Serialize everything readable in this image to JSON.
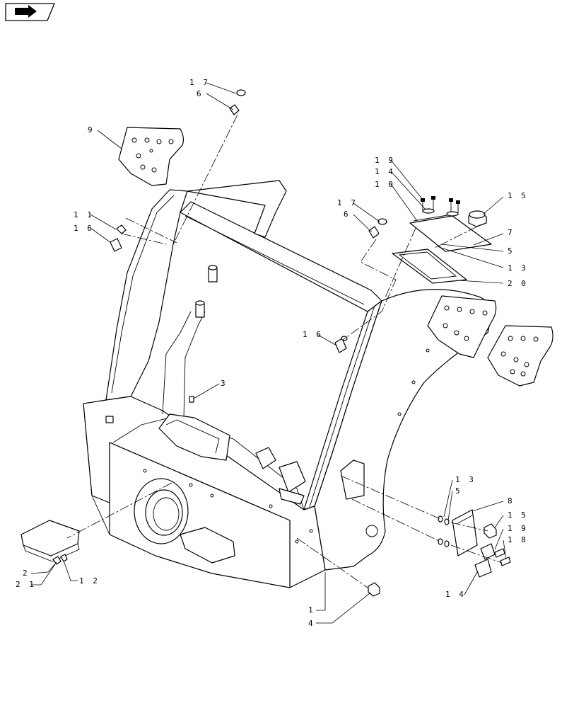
{
  "toolbar": {
    "nav_icon": "arrow-right-icon"
  },
  "callouts": [
    {
      "id": "c17a",
      "text": "1 7"
    },
    {
      "id": "c6a",
      "text": "6"
    },
    {
      "id": "c9",
      "text": "9"
    },
    {
      "id": "c11",
      "text": "1 1"
    },
    {
      "id": "c16a",
      "text": "1 6"
    },
    {
      "id": "c19a",
      "text": "1 9"
    },
    {
      "id": "c14a",
      "text": "1 4"
    },
    {
      "id": "c10",
      "text": "1 0"
    },
    {
      "id": "c15a",
      "text": "1 5"
    },
    {
      "id": "c17b",
      "text": "1 7"
    },
    {
      "id": "c6b",
      "text": "6"
    },
    {
      "id": "c7",
      "text": "7"
    },
    {
      "id": "c5a",
      "text": "5"
    },
    {
      "id": "c13a",
      "text": "1 3"
    },
    {
      "id": "c20",
      "text": "2 0"
    },
    {
      "id": "c16b",
      "text": "1 6"
    },
    {
      "id": "c3",
      "text": "3"
    },
    {
      "id": "c13b",
      "text": "1 3"
    },
    {
      "id": "c5b",
      "text": "5"
    },
    {
      "id": "c8",
      "text": "8"
    },
    {
      "id": "c15b",
      "text": "1 5"
    },
    {
      "id": "c19b",
      "text": "1 9"
    },
    {
      "id": "c18",
      "text": "1 8"
    },
    {
      "id": "c14b",
      "text": "1 4"
    },
    {
      "id": "c2",
      "text": "2"
    },
    {
      "id": "c21",
      "text": "2 1"
    },
    {
      "id": "c12",
      "text": "1 2"
    },
    {
      "id": "c1",
      "text": "1"
    },
    {
      "id": "c4",
      "text": "4"
    }
  ]
}
